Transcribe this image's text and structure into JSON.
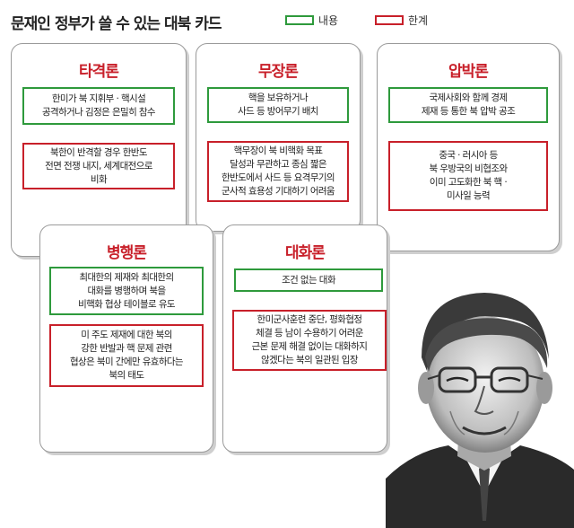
{
  "header": {
    "title": "문재인 정부가 쓸 수 있는 대북 카드",
    "legend": [
      {
        "label": "내용",
        "color": "#2e9a3c"
      },
      {
        "label": "한계",
        "color": "#c8202a"
      }
    ]
  },
  "cards": [
    {
      "title": "타격론",
      "content": "한미가 북 지휘부 · 핵시설\n공격하거나 김정은 은밀히 참수",
      "limit": "북한이 반격할 경우 한반도\n전면 전쟁 내지, 세계대전으로\n비화"
    },
    {
      "title": "무장론",
      "content": "핵을 보유하거나\n사드 등 방어무기 배치",
      "limit": "핵무장이 북 비핵화 목표\n달성과 무관하고 종심 짧은\n한반도에서 사드 등 요격무기의\n군사적 효용성 기대하기 어려움"
    },
    {
      "title": "압박론",
      "content": "국제사회와 함께 경제\n제재 등 통한 북 압박 공조",
      "limit": "중국 · 러시아 등\n북 우방국의 비협조와\n이미 고도화한 북 핵 ·\n미사일 능력"
    },
    {
      "title": "병행론",
      "content": "최대한의 제재와 최대한의\n대화를 병행하며 북을\n비핵화 협상 테이블로 유도",
      "limit": "미 주도 제재에 대한 북의\n강한 반발과 핵 문제 관련\n협상은 북미 간에만 유효하다는\n북의 태도"
    },
    {
      "title": "대화론",
      "content": "조건 없는 대화",
      "limit": "한미군사훈련 중단, 평화협정\n체결 등 남이 수용하기 어려운\n근본 문제 해결 없이는 대화하지\n않겠다는 북의 일관된 입장"
    }
  ]
}
